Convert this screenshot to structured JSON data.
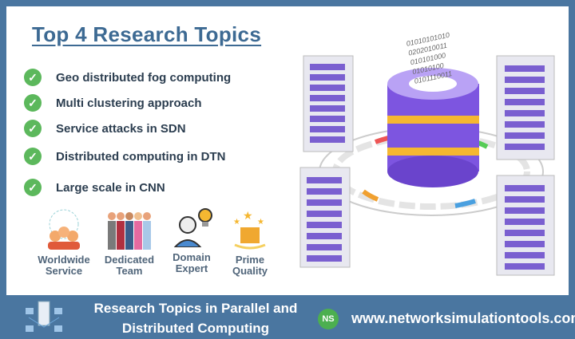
{
  "title": "Top 4 Research Topics",
  "topics": [
    "Geo distributed fog computing",
    "Multi clustering approach",
    "Service attacks in SDN",
    "Distributed computing in DTN",
    "Large scale in CNN"
  ],
  "features": [
    {
      "line1": "Worldwide",
      "line2": "Service",
      "icon": "globe-people-icon"
    },
    {
      "line1": "Dedicated",
      "line2": "Team",
      "icon": "team-icon"
    },
    {
      "line1": "Domain",
      "line2": "Expert",
      "icon": "expert-lightbulb-icon"
    },
    {
      "line1": "Prime",
      "line2": "Quality",
      "icon": "quality-stars-icon"
    }
  ],
  "binary": [
    "01010101010",
    "0202010011",
    "010101000",
    "01010100",
    "0101110011"
  ],
  "footer": {
    "title_line1": "Research Topics in Parallel and",
    "title_line2": "Distributed Computing",
    "logo": "NS",
    "url": "www.networksimulationtools.com"
  },
  "colors": {
    "frame": "#4a76a0",
    "title": "#3d6a93",
    "check": "#5cb85c",
    "database": "#8a63e8",
    "accent": "#f5b731"
  }
}
